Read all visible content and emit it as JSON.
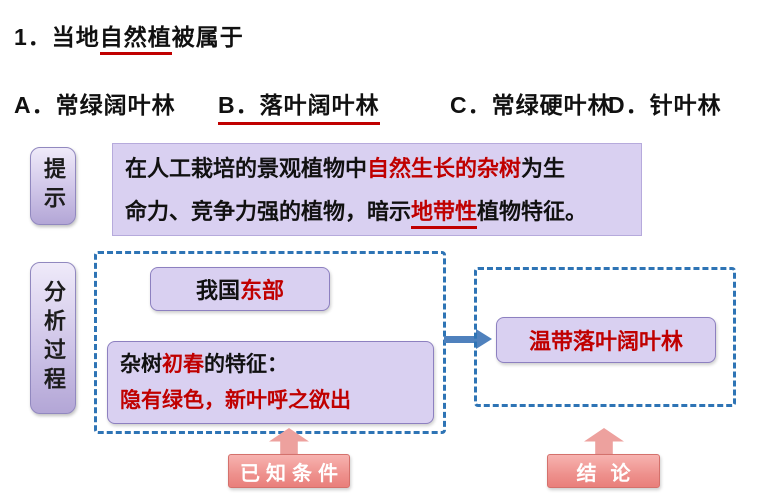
{
  "colors": {
    "accent_red": "#c00000",
    "lavender_fill": "#d9d0f1",
    "purple_border": "#8d80c0",
    "dashed_blue": "#2e74b5",
    "arrow_blue": "#4f81bd",
    "pink_label": "#ee918d"
  },
  "title": {
    "prefix": "1．当地",
    "underlined": "自然植",
    "suffix": "被属于"
  },
  "options": {
    "a": "A．常绿阔叶林",
    "b": "B．落叶阔叶林",
    "c": "C．常绿硬叶林",
    "d": "D．针叶林"
  },
  "hint": {
    "label": "提示",
    "line1_part1": "在人工栽培的景观植物中",
    "line1_red": "自然生长的杂树",
    "line1_part2": "为生",
    "line2_part1": "命力、竞争力强的植物，暗示",
    "line2_red": "地带性",
    "line2_part2": "植物特征。"
  },
  "analysis": {
    "label": "分析过程",
    "region_black": "我国",
    "region_red": "东部",
    "feature_part1": "杂树",
    "feature_red": "初春",
    "feature_part2": "的特征：",
    "feature_line2": "隐有绿色，新叶呼之欲出",
    "result": "温带落叶阔叶林",
    "known_label": "已知条件",
    "conclusion_label": "结论"
  }
}
